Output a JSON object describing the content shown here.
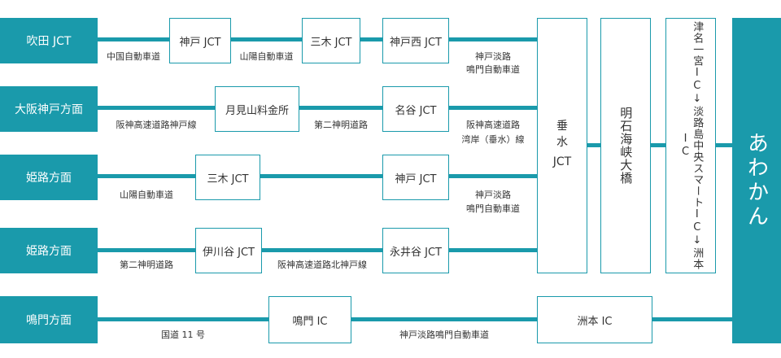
{
  "colors": {
    "accent": "#1a9aab",
    "text": "#333333",
    "background": "#ffffff"
  },
  "origins": {
    "suita": "吹田 JCT",
    "osaka_kobe": "大阪神戸方面",
    "himeji_1": "姫路方面",
    "himeji_2": "姫路方面",
    "naruto": "鳴門方面"
  },
  "nodes": {
    "kobe_jct": "神戸 JCT",
    "miki_jct_1": "三木 JCT",
    "kobe_nishi_jct": "神戸西 JCT",
    "tsukimiyama": "月見山料金所",
    "nadani_jct": "名谷 JCT",
    "miki_jct_2": "三木 JCT",
    "kobe_jct_2": "神戸 JCT",
    "ikawadani_jct": "伊川谷 JCT",
    "nagaidani_jct": "永井谷 JCT",
    "naruto_ic": "鳴門 IC",
    "sumoto_ic_bottom": "洲本 IC"
  },
  "tarumi": {
    "line1": "垂",
    "line2": "水",
    "line3": "JCT"
  },
  "akashi_bridge": "明石海峡大橋",
  "exits": "津名一宮IC↓淡路島中央スマートIC↓洲本IC",
  "destination": "あわかん",
  "roads": {
    "r1_a": "中国自動車道",
    "r1_b": "山陽自動車道",
    "r1_c_line1": "神戸淡路",
    "r1_c_line2": "鳴門自動車道",
    "r2_a": "阪神高速道路神戸線",
    "r2_b": "第二神明道路",
    "r2_c_line1": "阪神高速道路",
    "r2_c_line2": "湾岸（垂水）線",
    "r3_a": "山陽自動車道",
    "r3_c_line1": "神戸淡路",
    "r3_c_line2": "鳴門自動車道",
    "r4_a": "第二神明道路",
    "r4_b": "阪神高速道路北神戸線",
    "r5_a": "国道 11 号",
    "r5_b": "神戸淡路鳴門自動車道"
  }
}
